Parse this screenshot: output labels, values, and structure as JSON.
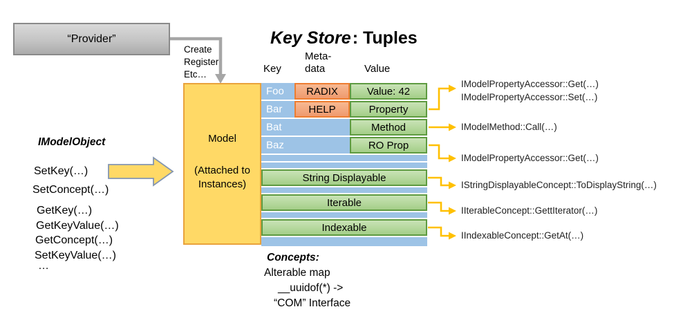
{
  "provider": {
    "label": "“Provider”",
    "arrow_caption_lines": [
      "Create",
      "Register",
      "Etc…"
    ]
  },
  "title": {
    "emphasis": "Key Store",
    "rest": ": Tuples"
  },
  "table": {
    "column_headers": {
      "key": "Key",
      "metadata_lines": [
        "Meta-",
        "data"
      ],
      "value": "Value"
    },
    "key_rows": [
      "Foo",
      "Bar",
      "Bat",
      "Baz"
    ],
    "metadata_cells": [
      "RADIX",
      "HELP"
    ],
    "value_cells": [
      "Value: 42",
      "Property",
      "Method",
      "RO Prop"
    ],
    "concept_bars": [
      "String Displayable",
      "Iterable",
      "Indexable"
    ]
  },
  "model_box": {
    "title": "Model",
    "subtitle_lines": [
      "(Attached to",
      "Instances)"
    ]
  },
  "left_panel": {
    "heading": "IModelObject",
    "methods": [
      "SetKey(…)",
      "SetConcept(…)",
      "GetKey(…)",
      "GetKeyValue(…)",
      "GetConcept(…)",
      "SetKeyValue(…)",
      "…"
    ]
  },
  "annotations": [
    "IModelPropertyAccessor::Get(…)",
    "IModelPropertyAccessor::Set(…)",
    "IModelMethod::Call(…)",
    "IModelPropertyAccessor::Get(…)",
    "IStringDisplayableConcept::ToDisplayString(…)",
    "IIterableConcept::GettIterator(…)",
    "IIndexableConcept::GetAt(…)"
  ],
  "footer": {
    "heading": "Concepts:",
    "lines": [
      "Alterable map",
      "__uuidof(*) ->",
      "“COM” Interface"
    ]
  },
  "colors": {
    "model_fill": "#FFD966",
    "model_border": "#E9A23B",
    "key_column_fill": "#9DC3E6",
    "metadata_fill": "#F3A77E",
    "metadata_border": "#ED7D31",
    "value_fill": "#A9D18E",
    "value_border": "#5E9B41",
    "connector_arrow": "#FFC000",
    "provider_fill": "#C9C9C9",
    "provider_border": "#8A8A8A",
    "provider_arrow": "#A6A6A6",
    "block_arrow_fill": "#FFD966",
    "block_arrow_border": "#8496B0"
  }
}
